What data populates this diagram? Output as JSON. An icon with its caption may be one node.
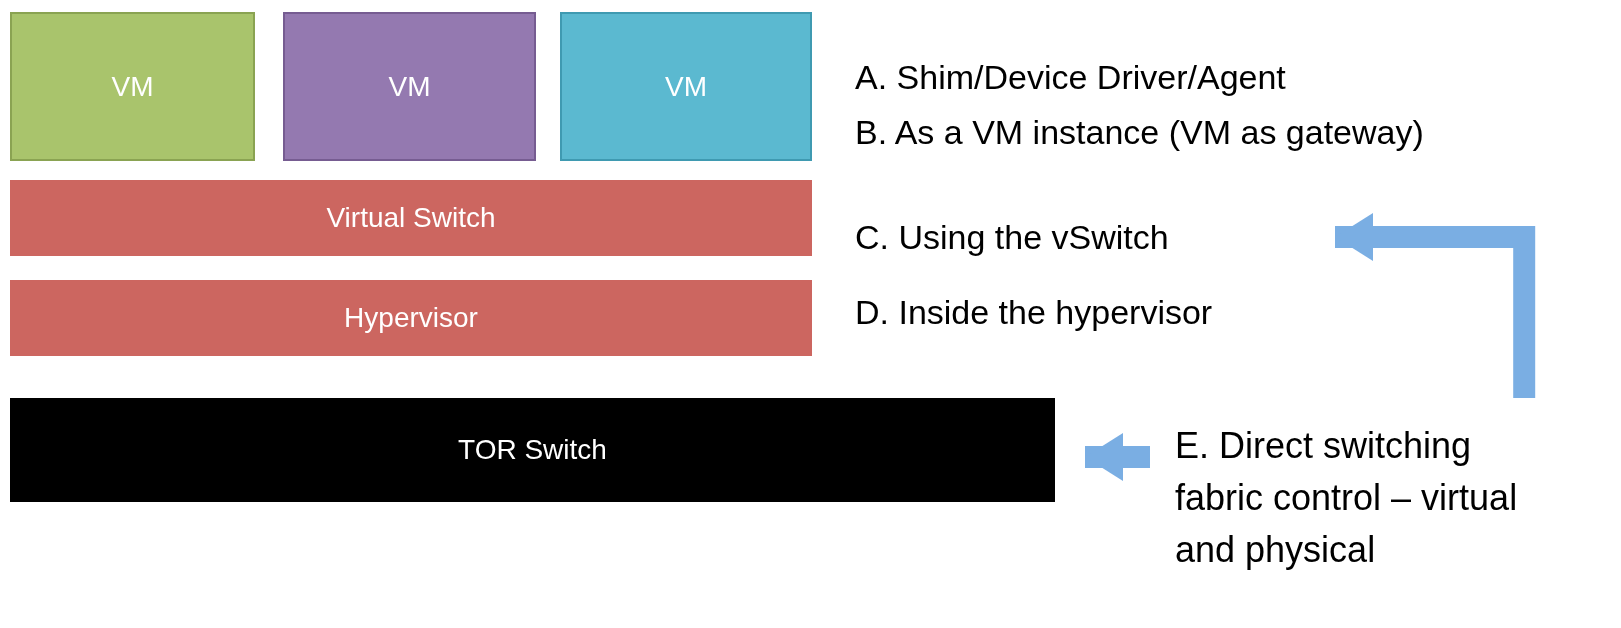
{
  "diagram": {
    "nodes": [
      {
        "text": [
          "VM"
        ]
      },
      {
        "text": [
          "VM"
        ]
      },
      {
        "text": [
          "VM"
        ]
      },
      {
        "text": [
          "Virtual Switch"
        ]
      },
      {
        "text": [
          "Hypervisor"
        ]
      },
      {
        "text": [
          "TOR Switch"
        ]
      },
      {
        "text": [
          "E. Direct switching fabric control – virtual and physical"
        ]
      },
      {
        "text": [
          "C. Using the vSwitch"
        ]
      }
    ],
    "edges": [
      {
        "from": 6,
        "to": 5,
        "arrow": "to"
      },
      {
        "from": 6,
        "to": 7,
        "arrow": "to"
      }
    ],
    "labels": [
      "A. Shim/Device Driver/Agent",
      "B. As a VM instance (VM as gateway)",
      "D. Inside the hypervisor"
    ]
  }
}
